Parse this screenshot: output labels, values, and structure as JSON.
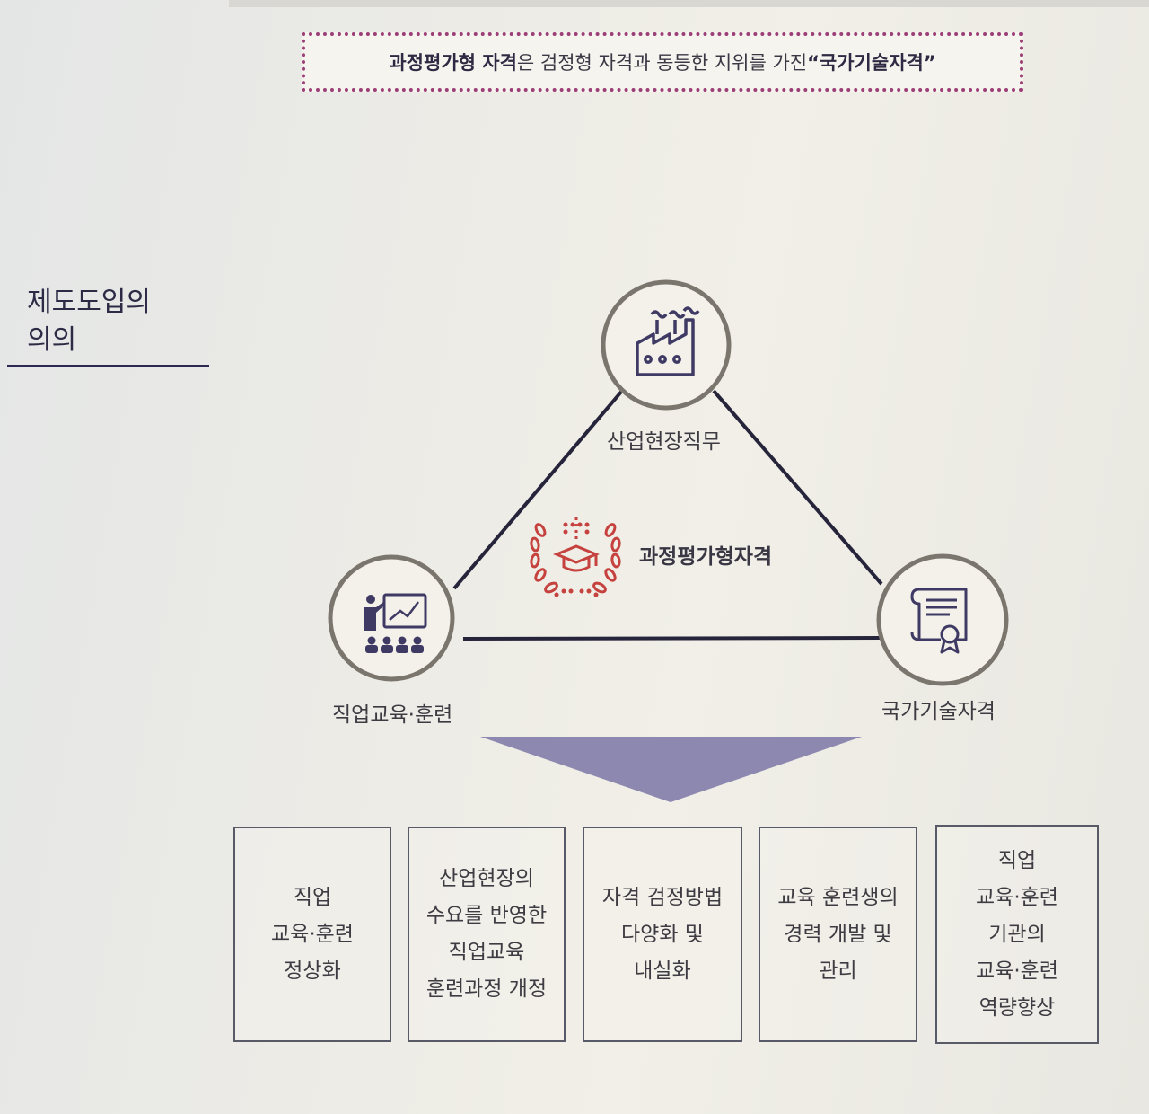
{
  "callout": {
    "bold_prefix": "과정평가형 자격",
    "middle": "은 검정형 자격과 동등한 지위를 가진 ",
    "bold_suffix": "“국가기술자격”"
  },
  "section": {
    "title_line1": "제도도입의",
    "title_line2": "의의"
  },
  "diagram": {
    "top_node_label": "산업현장직무",
    "left_node_label": "직업교육·훈련",
    "right_node_label": "국가기술자격",
    "center_label": "과정평가형자격",
    "icons": {
      "top": "factory-icon",
      "left": "presentation-icon",
      "right": "certificate-icon",
      "center": "graduation-laurel-icon"
    },
    "colors": {
      "circle_stroke": "#7b766d",
      "line": "#26243a",
      "icon": "#3f3a64",
      "center_icon": "#c6423e",
      "arrow": "#8c88b0"
    }
  },
  "boxes": [
    {
      "text": "직업\n교육·훈련\n정상화"
    },
    {
      "text": "산업현장의\n수요를 반영한\n직업교육\n훈련과정 개정"
    },
    {
      "text": "자격 검정방법\n다양화 및\n내실화"
    },
    {
      "text": "교육 훈련생의\n경력 개발 및\n관리"
    },
    {
      "text": "직업\n교육·훈련\n기관의\n교육·훈련\n역량향상"
    }
  ]
}
